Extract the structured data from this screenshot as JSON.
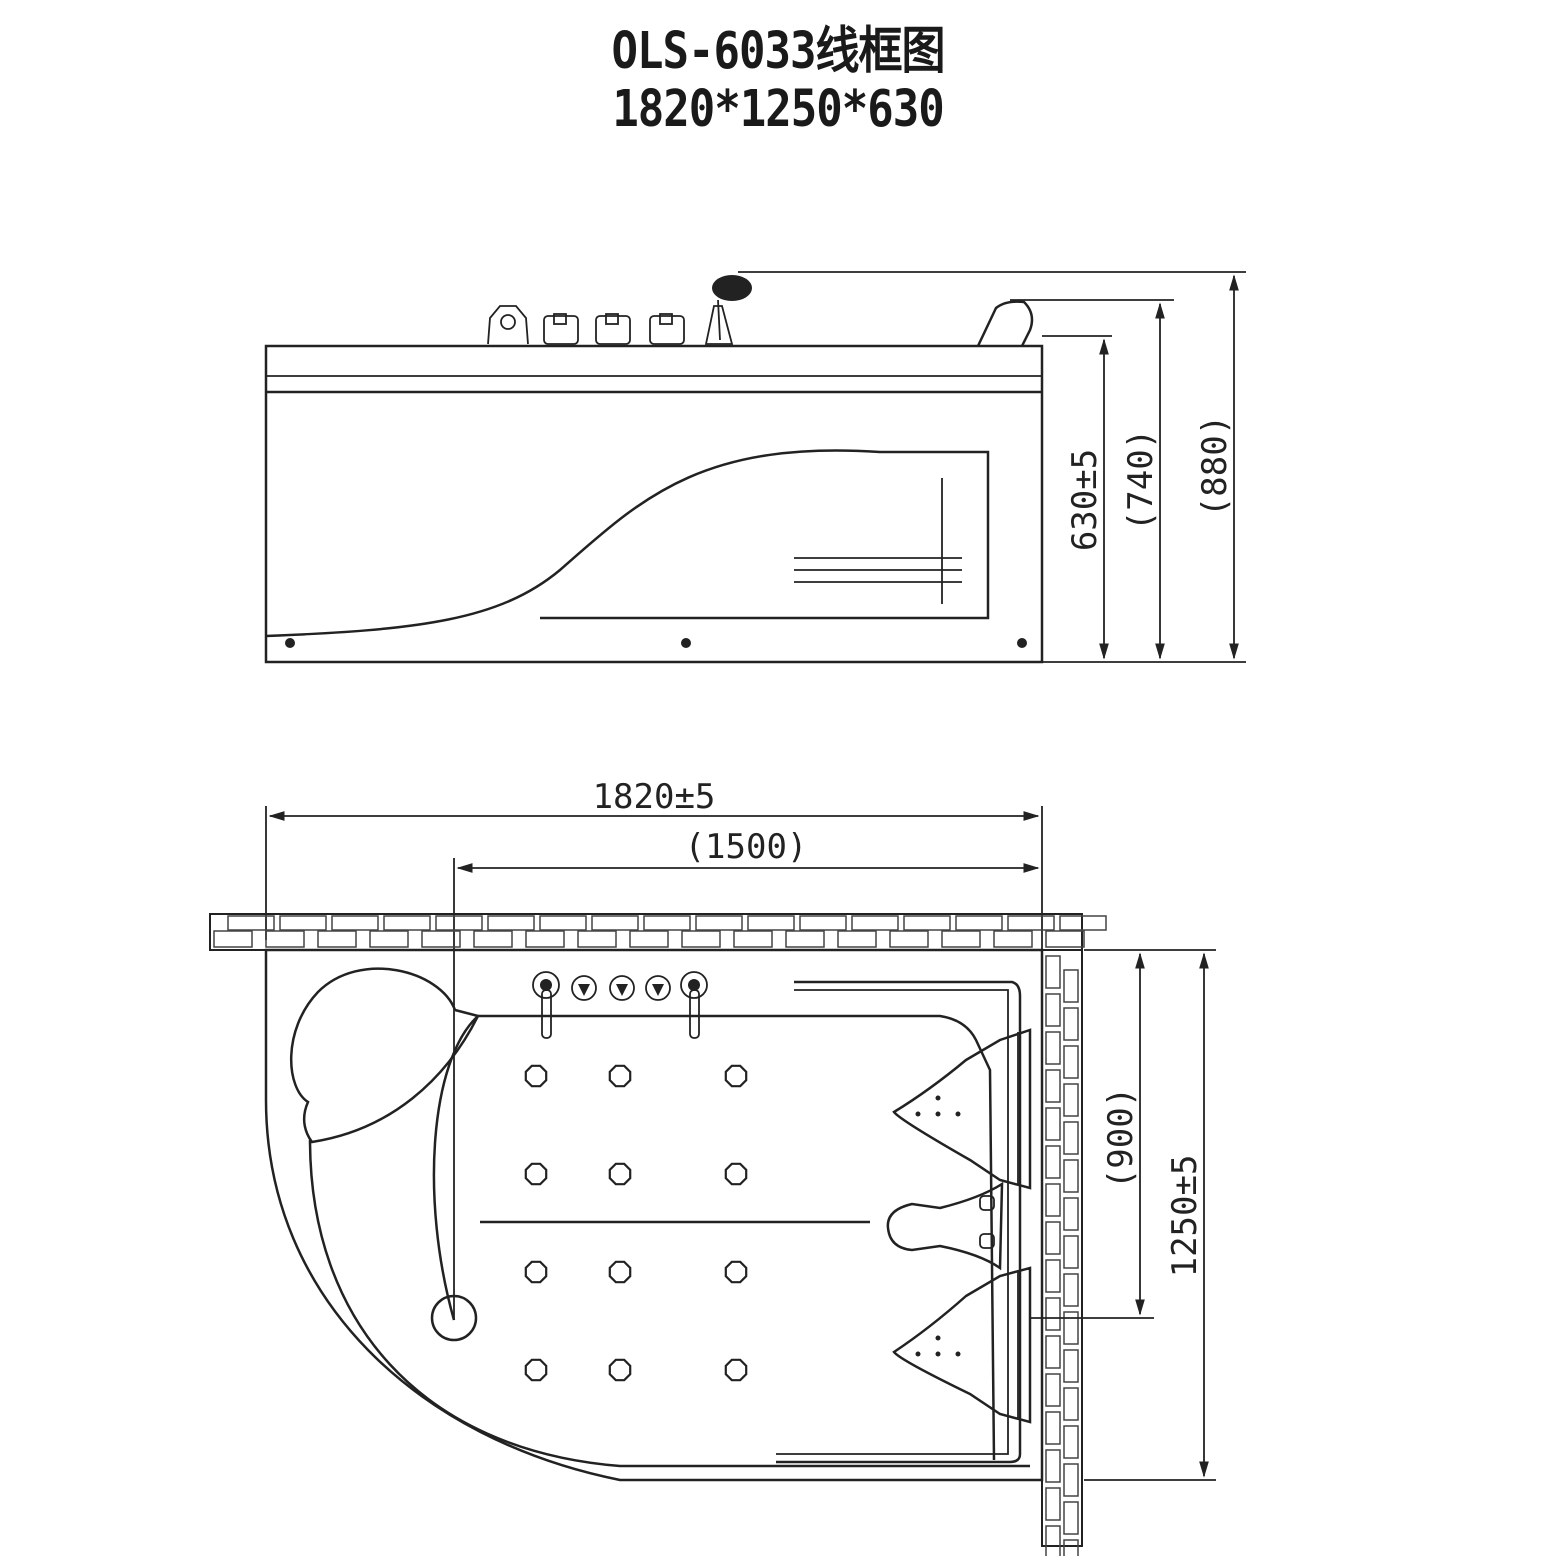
{
  "title": "OLS-6033线框图",
  "overall_dimensions": "1820*1250*630",
  "side_view": {
    "dims": {
      "height": "630±5",
      "height_to_headrest": "(740)",
      "height_to_spout": "(880)"
    }
  },
  "top_view": {
    "dims": {
      "length": "1820±5",
      "inner_length": "(1500)",
      "inner_width": "(900)",
      "width": "1250±5"
    }
  },
  "colors": {
    "line": "#222222",
    "background": "#ffffff"
  }
}
